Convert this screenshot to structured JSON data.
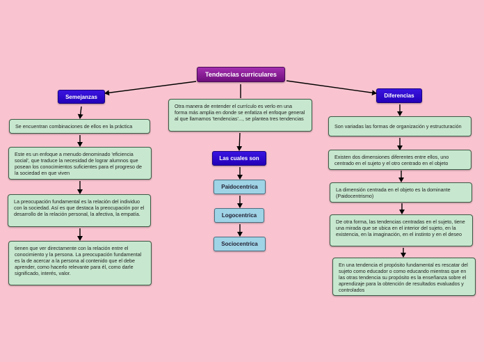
{
  "colors": {
    "background": "#f9c4d0",
    "main_node": "#8a1f99",
    "header_node": "#2a06cc",
    "type_node": "#9fd3e6",
    "text_node": "#c7e8cf",
    "connector": "#000000"
  },
  "map": {
    "title": "Tendencias curriculares",
    "semejanzas": {
      "label": "Semejanzas",
      "items": [
        "Se encuentran combinaciones de ellos en la práctica",
        "Este es un enfoque a menudo denominado 'eficiencia social', que traduce la necesidad de lograr alumnos que posean los conocimientos suficientes para el progreso de la sociedad en que viven",
        "La preocupación fundamental es la relación del individuo con   la sociedad. Así es que destaca la preocupación por el desarrollo de la relación personal, la afectiva, la empatía.",
        "tienen  que ver directamente con la relación entre el conocimiento y la persona. La preocupación fundamental es la de acercar a la persona al contenido que el debe aprender, como hacerlo relevante para él, como darle significado, interés, valor."
      ]
    },
    "center": {
      "description": "Otra manera de entender el currículo es verlo en una forma más amplia en donde se enfatiza el enfoque general al que llamamos 'tendencias'...,  se plantea tres tendencias",
      "label": "Las cuales son",
      "types": [
        "Paidocentrica",
        "Logocentrica",
        "Sociocentrica"
      ]
    },
    "diferencias": {
      "label": "Diferencias",
      "items": [
        "Son variadas las formas de organización y estructuración",
        "Existen dos dimensiones diferentes entre ellos, uno centrado en el sujeto y el otro centrado en el objeto",
        "La dimensión centrada en el objeto es la dominante (Paidocentrismo)",
        "De otra forma, las tendencias centradas en el sujeto, tiene una mirada que se ubica en el interior del sujeto, en la existencia, en la imaginación, en el instinto y en el deseo",
        "En una tendencia el propósito fundamental es rescatar del sujeto como educador o como educando mientras que en las otras tendencia su propósito es la enseñanza sobre el aprendizaje para la obtención de resultados evaluados y controlados"
      ]
    }
  }
}
